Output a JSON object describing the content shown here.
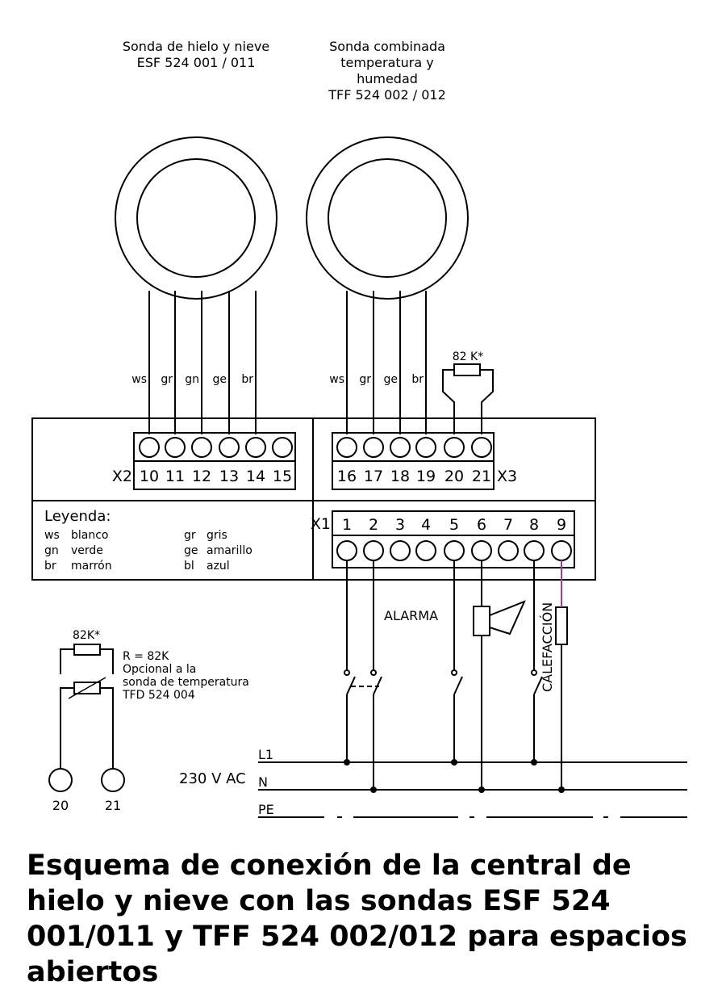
{
  "probes": {
    "ice_snow": {
      "title_line1": "Sonda de hielo y nieve",
      "title_line2": "ESF 524 001 / 011",
      "wires": [
        "ws",
        "gr",
        "gn",
        "ge",
        "br"
      ]
    },
    "combined": {
      "title_line1": "Sonda combinada",
      "title_line2": "temperatura y",
      "title_line3": "humedad",
      "title_line4": "TFF 524 002 / 012",
      "wires": [
        "ws",
        "gr",
        "ge",
        "br"
      ]
    }
  },
  "resistor_top": "82 K*",
  "connectors": {
    "x2": {
      "label": "X2",
      "terminals": [
        "10",
        "11",
        "12",
        "13",
        "14",
        "15"
      ]
    },
    "x3": {
      "label": "X3",
      "terminals": [
        "16",
        "17",
        "18",
        "19",
        "20",
        "21"
      ]
    },
    "x1": {
      "label": "X1",
      "terminals": [
        "1",
        "2",
        "3",
        "4",
        "5",
        "6",
        "7",
        "8",
        "9"
      ]
    }
  },
  "legend": {
    "title": "Leyenda:",
    "entries": [
      {
        "code": "ws",
        "name": "blanco"
      },
      {
        "code": "gn",
        "name": "verde"
      },
      {
        "code": "br",
        "name": "marrón"
      },
      {
        "code": "gr",
        "name": "gris"
      },
      {
        "code": "ge",
        "name": "amarillo"
      },
      {
        "code": "bl",
        "name": "azul"
      }
    ]
  },
  "alarm_label": "ALARMA",
  "heating_label": "CALEFACCIÓN",
  "optional": {
    "resistor_label": "82K*",
    "note_line1": "R = 82K",
    "note_line2": "Opcional a la",
    "note_line3": "sonda de temperatura",
    "note_line4": "TFD 524 004",
    "terminal_a": "20",
    "terminal_b": "21"
  },
  "power": {
    "voltage": "230 V AC",
    "l1": "L1",
    "n": "N",
    "pe": "PE"
  },
  "caption": "Esquema de conexión de la central de hielo y nieve con las sondas ESF 524 001/011 y TFF 524 002/012 para espacios abiertos"
}
